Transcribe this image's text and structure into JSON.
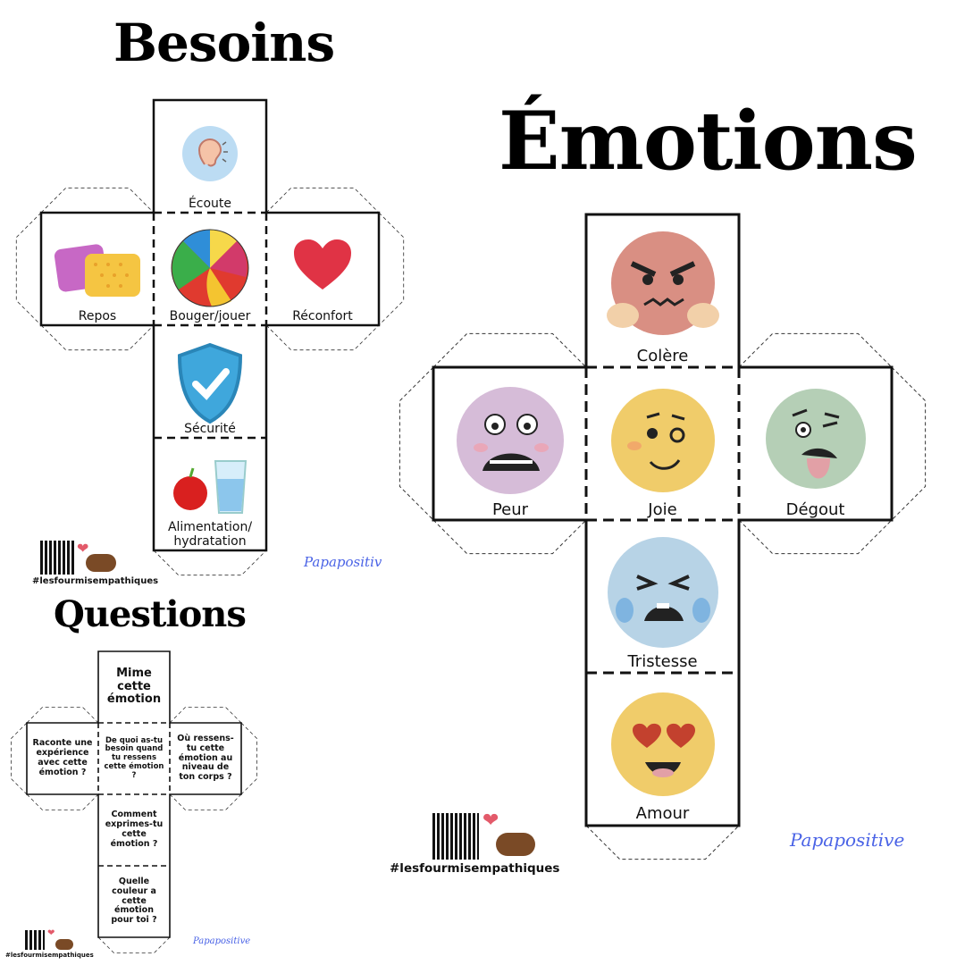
{
  "besoins": {
    "title": "Besoins",
    "faces": [
      "Écoute",
      "Repos",
      "Bouger/jouer",
      "Réconfort",
      "Sécurité",
      "Alimentation/ hydratation"
    ]
  },
  "emotions": {
    "title": "Émotions",
    "faces": [
      "Colère",
      "Peur",
      "Joie",
      "Dégout",
      "Tristesse",
      "Amour"
    ]
  },
  "questions": {
    "title": "Questions",
    "faces": [
      "Mime cette émotion",
      "Raconte une expérience avec cette émotion ?",
      "De quoi as-tu besoin quand tu ressens cette émotion ?",
      "Où ressens-tu cette émotion au niveau de ton corps ?",
      "Comment exprimes-tu cette émotion ?",
      "Quelle couleur a cette émotion pour toi ?"
    ]
  },
  "branding": {
    "hashtag": "#lesfourmisempathiques",
    "signature": "Papapositive",
    "signature_cut": "Papapositiv"
  },
  "colors": {
    "colere": "#d98f83",
    "peur": "#d6bcd8",
    "joie": "#f0cc6a",
    "degout": "#b5cfb6",
    "tristesse": "#b7d3e6",
    "amour": "#f0cc6a",
    "signature": "#4a63e6"
  }
}
